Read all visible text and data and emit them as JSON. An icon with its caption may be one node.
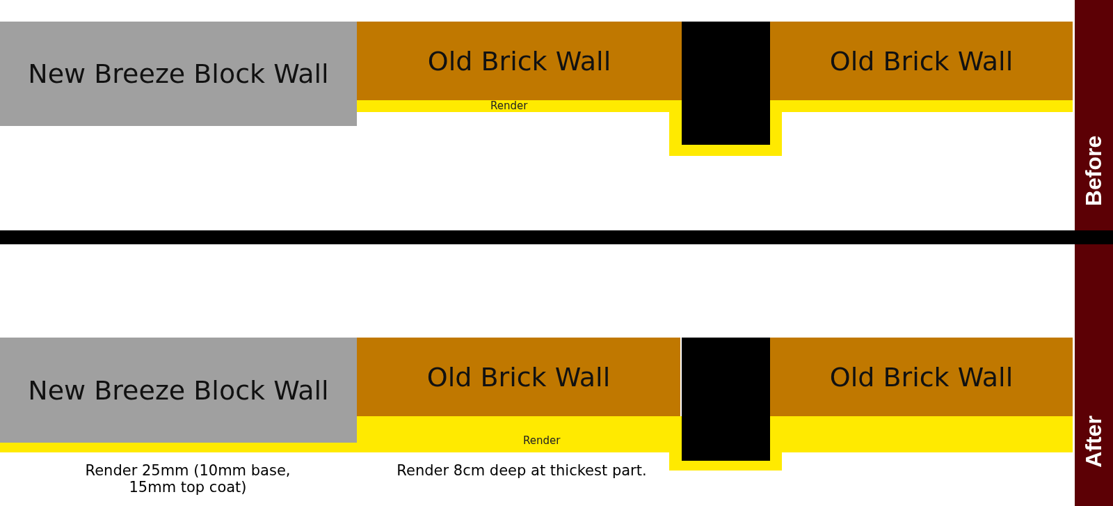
{
  "diagram": {
    "nodes": [
      {
        "text": [
          "New Breeze Block Wall"
        ]
      },
      {
        "text": [
          "Old Brick Wall"
        ]
      },
      {
        "text": [
          "Old Brick Wall"
        ]
      },
      {
        "text": [
          "Render"
        ]
      },
      {
        "text": [
          "Before"
        ]
      },
      {
        "text": [
          "New Breeze Block Wall"
        ]
      },
      {
        "text": [
          "Old Brick Wall"
        ]
      },
      {
        "text": [
          "Old Brick Wall"
        ]
      },
      {
        "text": [
          "Render"
        ]
      },
      {
        "text": [
          "After"
        ]
      },
      {
        "text": [],
        "shape": "bar"
      }
    ],
    "edges": [],
    "labels": [
      "Render 25mm (10mm base, 15mm top coat)",
      "Render 8cm deep at thickest part."
    ]
  }
}
